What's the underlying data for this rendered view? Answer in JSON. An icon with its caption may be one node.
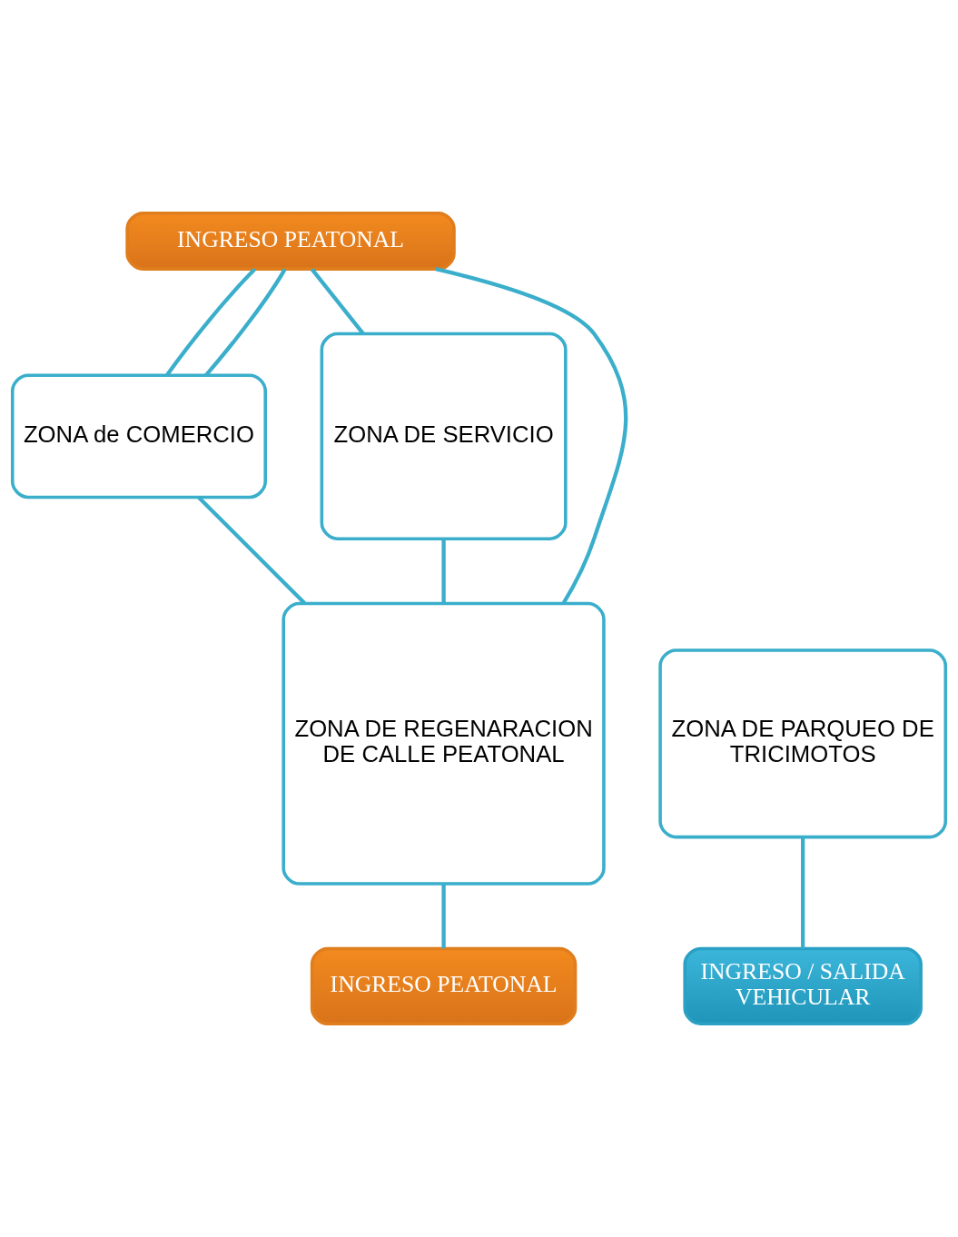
{
  "diagram": {
    "nodes": [
      {
        "text": [
          "INGRESO PEATONAL"
        ]
      },
      {
        "text": [
          "ZONA de COMERCIO"
        ]
      },
      {
        "text": [
          "ZONA DE SERVICIO"
        ]
      },
      {
        "text": [
          "ZONA DE REGENARACION DE CALLE PEATONAL"
        ]
      },
      {
        "text": [
          "ZONA DE PARQUEO DE TRICIMOTOS"
        ]
      },
      {
        "text": [
          "INGRESO PEATONAL"
        ]
      },
      {
        "text": [
          "INGRESO / SALIDA VEHICULAR"
        ]
      }
    ],
    "edges": [
      {
        "from": 0,
        "to": 1,
        "arrow": "none"
      },
      {
        "from": 0,
        "to": 2,
        "arrow": "none"
      },
      {
        "from": 0,
        "to": 3,
        "arrow": "none"
      },
      {
        "from": 0,
        "to": 1,
        "arrow": "none"
      },
      {
        "from": 1,
        "to": 3,
        "arrow": "none"
      },
      {
        "from": 2,
        "to": 3,
        "arrow": "none"
      },
      {
        "from": 3,
        "to": 5,
        "arrow": "none"
      },
      {
        "from": 4,
        "to": 6,
        "arrow": "none"
      }
    ]
  }
}
